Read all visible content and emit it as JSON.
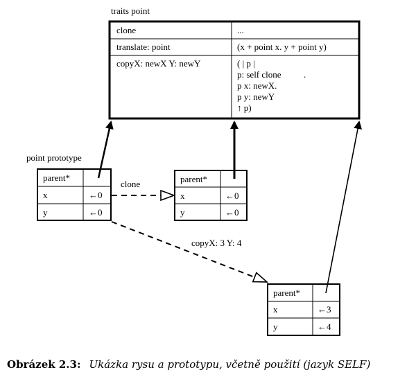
{
  "traits": {
    "title": "traits point",
    "rows": [
      {
        "left": "clone",
        "right": [
          "..."
        ]
      },
      {
        "left": "translate: point",
        "right": [
          "(x + point x. y + point y)"
        ]
      },
      {
        "left": "copyX: newX Y: newY",
        "right": [
          "( | p |",
          "p: self clone",
          "p x: newX.",
          "p y: newY",
          "↑ p)"
        ]
      }
    ],
    "stray_dot": "."
  },
  "prototype": {
    "title": "point prototype",
    "rows": [
      {
        "left": "parent*",
        "right": ""
      },
      {
        "left": "x",
        "right": "←0"
      },
      {
        "left": "y",
        "right": "←0"
      }
    ]
  },
  "clone_obj": {
    "rows": [
      {
        "left": "parent*",
        "right": ""
      },
      {
        "left": "x",
        "right": "←0"
      },
      {
        "left": "y",
        "right": "←0"
      }
    ]
  },
  "copy_obj": {
    "rows": [
      {
        "left": "parent*",
        "right": ""
      },
      {
        "left": "x",
        "right": "←3"
      },
      {
        "left": "y",
        "right": "←4"
      }
    ]
  },
  "edges": {
    "clone_label": "clone",
    "copy_label": "copyX: 3 Y: 4"
  },
  "caption": {
    "label": "Obrázek 2.3:",
    "text": "Ukázka rysu a prototypu, včetně použití (jazyk SELF)"
  }
}
